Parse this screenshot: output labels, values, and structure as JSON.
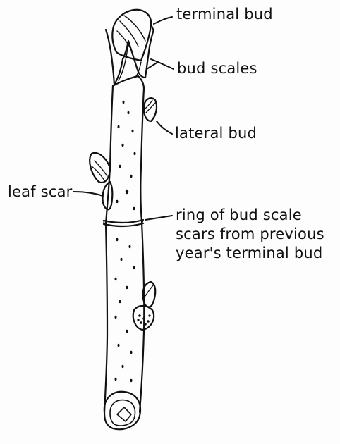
{
  "diagram": {
    "subject": "twig",
    "labels": {
      "terminal_bud": "terminal bud",
      "bud_scales": "bud scales",
      "lateral_bud": "lateral bud",
      "leaf_scar": "leaf scar",
      "ring_line1": "ring of bud scale",
      "ring_line2": "scars from previous",
      "ring_line3": "year's terminal bud"
    },
    "colors": {
      "ink": "#111111",
      "paper": "#fdfdfd"
    }
  }
}
